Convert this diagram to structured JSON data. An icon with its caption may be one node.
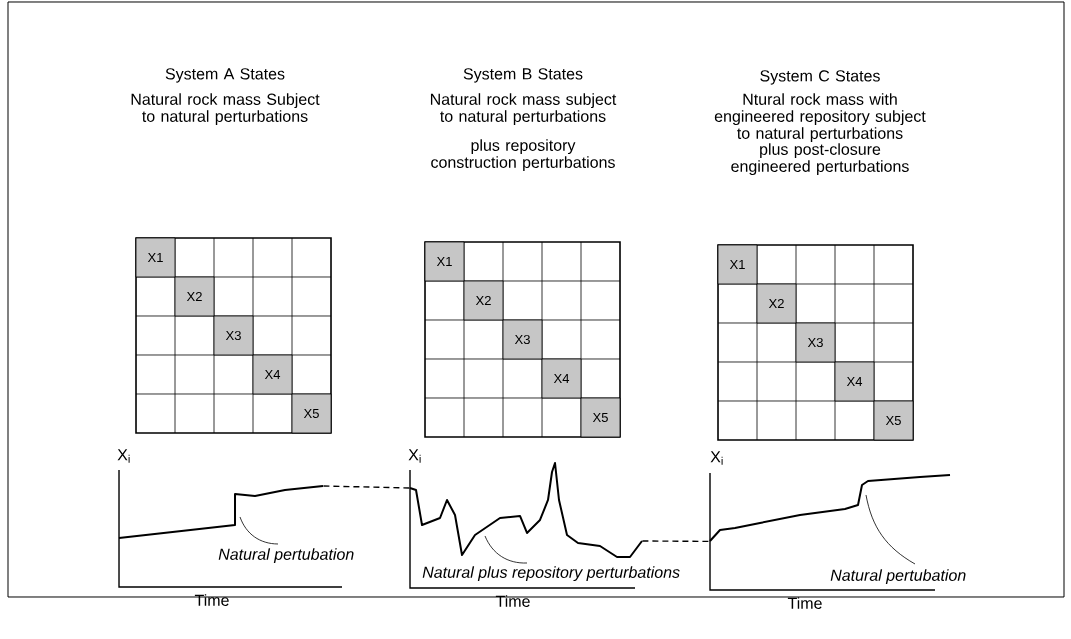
{
  "diagram": {
    "nodes": [
      {
        "text": [
          "X1"
        ]
      },
      {
        "text": [
          "X2"
        ]
      },
      {
        "text": [
          "X3"
        ]
      },
      {
        "text": [
          "X4"
        ]
      },
      {
        "text": [
          "X5"
        ]
      },
      {
        "text": [
          "X1"
        ]
      },
      {
        "text": [
          "X2"
        ]
      },
      {
        "text": [
          "X3"
        ]
      },
      {
        "text": [
          "X4"
        ]
      },
      {
        "text": [
          "X5"
        ]
      },
      {
        "text": [
          "X1"
        ]
      },
      {
        "text": [
          "X2"
        ]
      },
      {
        "text": [
          "X3"
        ]
      },
      {
        "text": [
          "X4"
        ]
      },
      {
        "text": [
          "X5"
        ]
      },
      {
        "text": [],
        "shape": "curve"
      },
      {
        "text": [],
        "shape": "curve"
      },
      {
        "text": [],
        "shape": "curve"
      },
      {
        "text": [
          "Natural pertubation"
        ]
      },
      {
        "text": [
          "Natural plus repository perturbations"
        ]
      },
      {
        "text": [
          "Natural pertubation"
        ]
      }
    ],
    "edges": [
      {
        "from": 15,
        "to": 16,
        "arrow": "none",
        "style": "dashed"
      },
      {
        "from": 16,
        "to": 17,
        "arrow": "none",
        "style": "dashed"
      },
      {
        "from": 18,
        "to": 15,
        "arrow": "none"
      },
      {
        "from": 19,
        "to": 16,
        "arrow": "none"
      },
      {
        "from": 20,
        "to": 17,
        "arrow": "none"
      }
    ],
    "labels": [
      "System A States",
      "System B States",
      "System C States",
      "Natural rock mass Subject to natural perturbations",
      "Natural rock mass subject to natural perturbations",
      "Ntural rock mass with engineered repository subject to natural perturbations",
      "plus repository construction perturbations",
      "plus post-closure engineered perturbations",
      "X$_{i}$",
      "X$_{i}$",
      "X$_{i}$",
      "Time",
      "Time",
      "Time"
    ]
  }
}
